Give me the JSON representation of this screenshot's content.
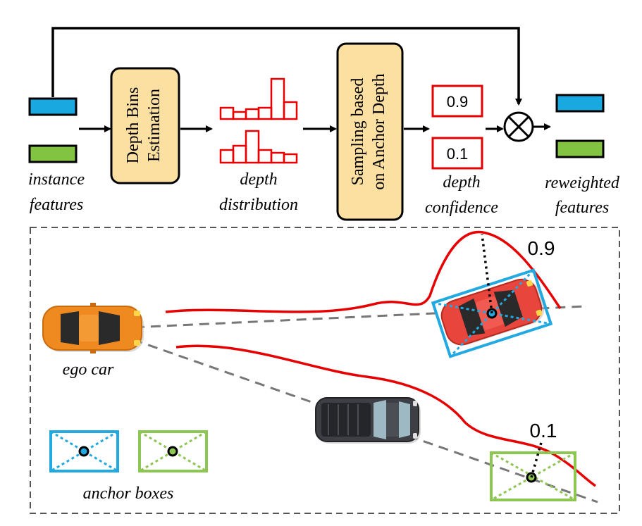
{
  "pipeline": {
    "input_label_line1": "instance",
    "input_label_line2": "features",
    "depth_bins_line1": "Depth Bins",
    "depth_bins_line2": "Estimation",
    "distribution_label_line1": "depth",
    "distribution_label_line2": "distribution",
    "sampling_line1": "Sampling based",
    "sampling_line2": "on Anchor Depth",
    "confidence_value_top": "0.9",
    "confidence_value_bottom": "0.1",
    "confidence_label_line1": "depth",
    "confidence_label_line2": "confidence",
    "output_label_line1": "reweighted",
    "output_label_line2": "features",
    "multiply_icon": "circled-times-icon"
  },
  "scene": {
    "ego_label": "ego car",
    "anchor_legend_label": "anchor boxes",
    "confidence_high": "0.9",
    "confidence_low": "0.1",
    "ego_car_icon": "orange-car-icon",
    "red_car_icon": "red-car-icon",
    "truck_icon": "pickup-truck-icon"
  },
  "colors": {
    "blue_feature": "#1aa8e0",
    "green_feature": "#82c341",
    "module_fill": "#fbe0a2",
    "red_line": "#e60000",
    "anchor_blue": "#22a9e1",
    "anchor_green": "#8dc653",
    "dash_gray": "#777777"
  }
}
